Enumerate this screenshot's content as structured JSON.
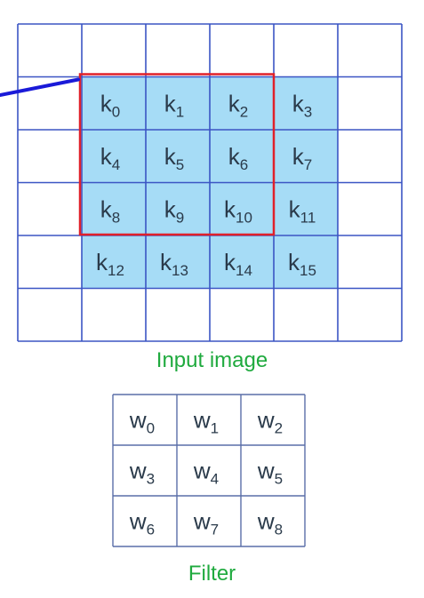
{
  "input_grid": {
    "cells": [
      "k0",
      "k1",
      "k2",
      "k3",
      "k4",
      "k5",
      "k6",
      "k7",
      "k8",
      "k9",
      "k10",
      "k11",
      "k12",
      "k13",
      "k14",
      "k15"
    ],
    "labels": [
      {
        "base": "k",
        "sub": "0"
      },
      {
        "base": "k",
        "sub": "1"
      },
      {
        "base": "k",
        "sub": "2"
      },
      {
        "base": "k",
        "sub": "3"
      },
      {
        "base": "k",
        "sub": "4"
      },
      {
        "base": "k",
        "sub": "5"
      },
      {
        "base": "k",
        "sub": "6"
      },
      {
        "base": "k",
        "sub": "7"
      },
      {
        "base": "k",
        "sub": "8"
      },
      {
        "base": "k",
        "sub": "9"
      },
      {
        "base": "k",
        "sub": "10"
      },
      {
        "base": "k",
        "sub": "11"
      },
      {
        "base": "k",
        "sub": "12"
      },
      {
        "base": "k",
        "sub": "13"
      },
      {
        "base": "k",
        "sub": "14"
      },
      {
        "base": "k",
        "sub": "15"
      }
    ],
    "caption": "Input image"
  },
  "filter_grid": {
    "labels": [
      {
        "base": "w",
        "sub": "0"
      },
      {
        "base": "w",
        "sub": "1"
      },
      {
        "base": "w",
        "sub": "2"
      },
      {
        "base": "w",
        "sub": "3"
      },
      {
        "base": "w",
        "sub": "4"
      },
      {
        "base": "w",
        "sub": "5"
      },
      {
        "base": "w",
        "sub": "6"
      },
      {
        "base": "w",
        "sub": "7"
      },
      {
        "base": "w",
        "sub": "8"
      }
    ],
    "caption": "Filter"
  },
  "colors": {
    "grid_line": "#3b55c4",
    "highlight_fill": "#a6dcf6",
    "highlight_border": "#e0202a",
    "arrow": "#1a1ad8",
    "caption": "#1faa3e",
    "cell_text": "#2a3a4a",
    "filter_border": "#5a6ea8"
  }
}
